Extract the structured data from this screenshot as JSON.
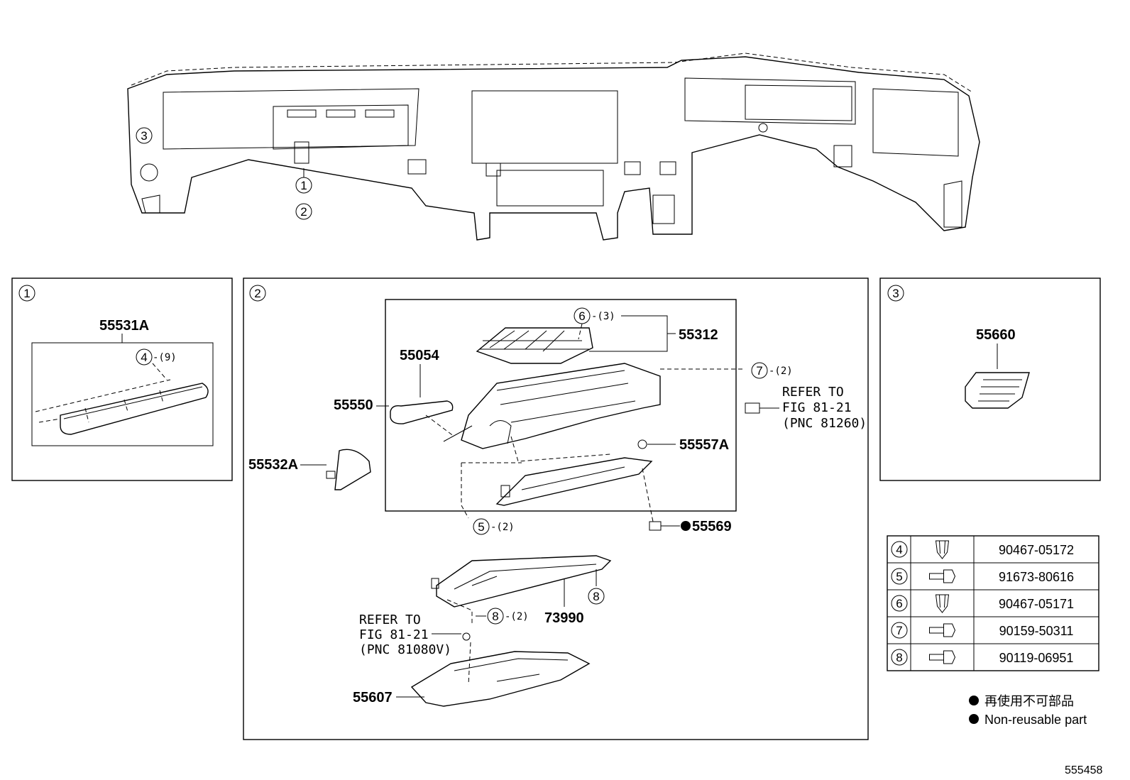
{
  "callouts": {
    "main_3": "3",
    "main_1": "1",
    "main_2": "2",
    "box1_tag": "1",
    "box2_tag": "2",
    "box3_tag": "3"
  },
  "box1": {
    "part_55531A": "55531A",
    "clip_ref": "4",
    "clip_qty": "-(9)"
  },
  "box2": {
    "ref_6": "6",
    "qty_6": "-(3)",
    "part_55312": "55312",
    "part_55054": "55054",
    "part_55550": "55550",
    "ref_7": "7",
    "qty_7": "-(2)",
    "refer1_line1": "REFER TO",
    "refer1_line2": "FIG 81-21",
    "refer1_line3": "(PNC 81260)",
    "part_55557A": "55557A",
    "part_55532A": "55532A",
    "ref_5": "5",
    "qty_5": "-(2)",
    "part_55569": "55569",
    "ref_8a": "8",
    "ref_8b": "8",
    "qty_8": "-(2)",
    "part_73990": "73990",
    "refer2_line1": "REFER TO",
    "refer2_line2": "FIG 81-21",
    "refer2_line3": "(PNC 81080V)",
    "part_55607": "55607"
  },
  "box3": {
    "part_55660": "55660"
  },
  "fastener_table": [
    {
      "ref": "4",
      "icon": "clip-icon",
      "part_no": "90467-05172"
    },
    {
      "ref": "5",
      "icon": "screw-icon",
      "part_no": "91673-80616"
    },
    {
      "ref": "6",
      "icon": "clip-icon",
      "part_no": "90467-05171"
    },
    {
      "ref": "7",
      "icon": "screw-icon",
      "part_no": "90159-50311"
    },
    {
      "ref": "8",
      "icon": "screw-icon",
      "part_no": "90119-06951"
    }
  ],
  "legend": {
    "line_jp": "再使用不可部品",
    "line_en": "Non-reusable part"
  },
  "figure_id": "555458"
}
